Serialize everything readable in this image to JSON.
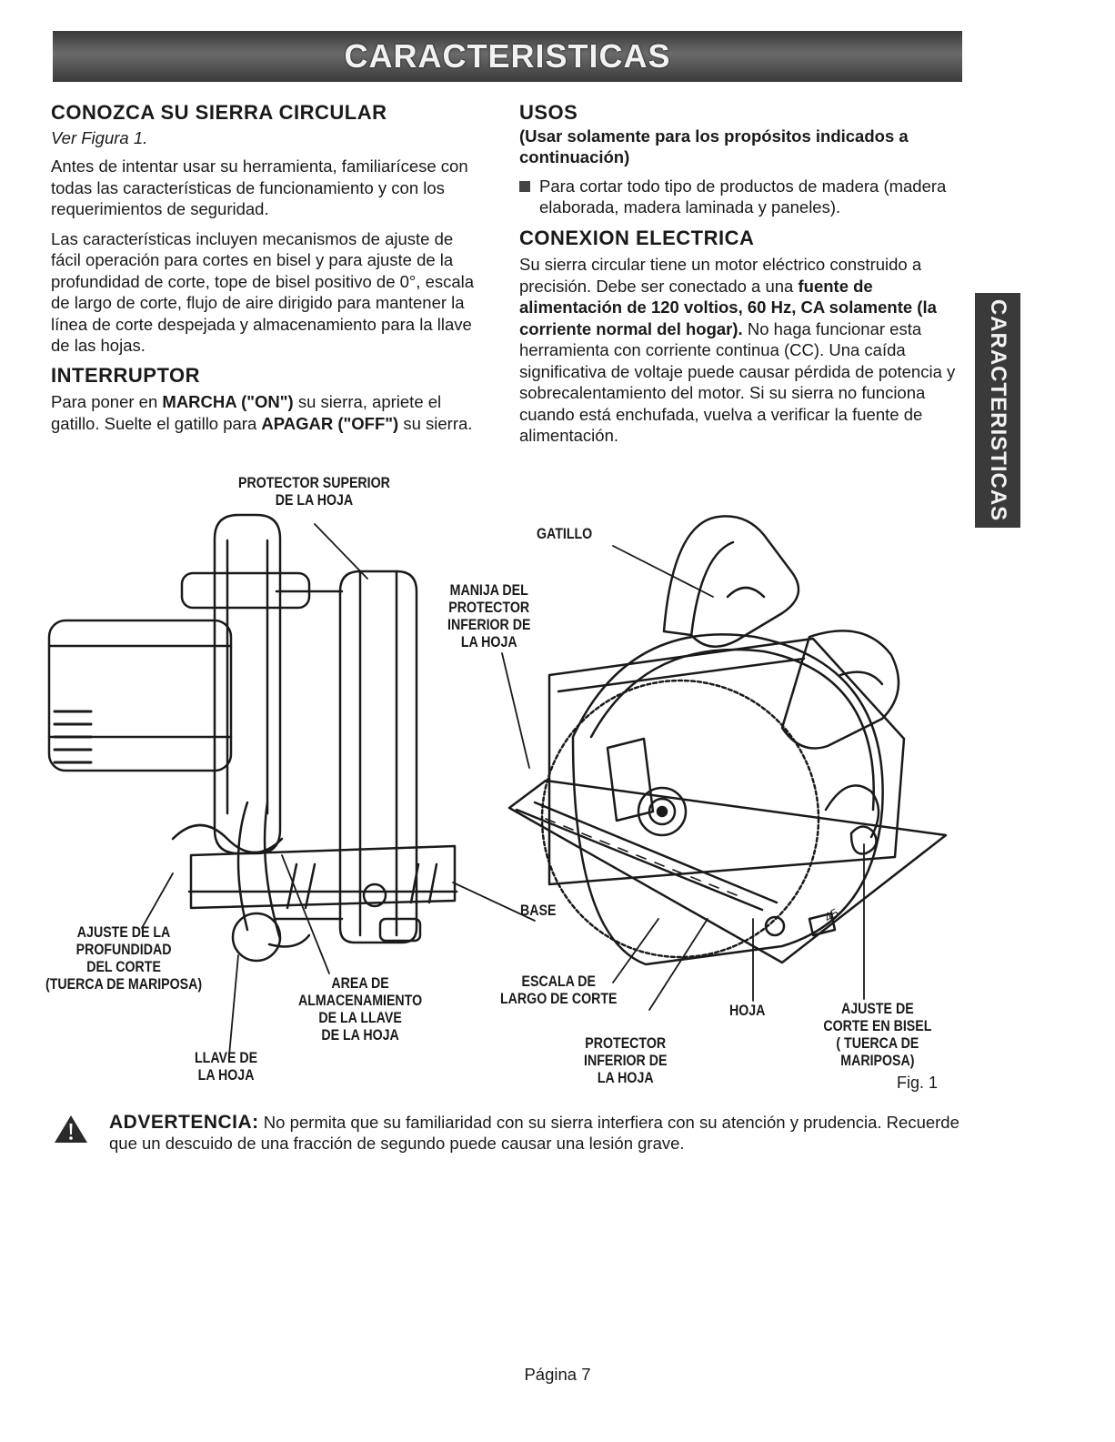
{
  "banner": {
    "title": "CARACTERISTICAS"
  },
  "side_tab": {
    "label": "CARACTERISTICAS"
  },
  "left_column": {
    "conozca": {
      "heading": "CONOZCA SU SIERRA CIRCULAR",
      "subheading": "Ver Figura 1.",
      "para1": "Antes de intentar usar su herramienta, familiarícese con todas las características de funcionamiento y con los requerimientos de seguridad.",
      "para2": "Las características incluyen mecanismos de ajuste de fácil operación para cortes en bisel y para ajuste de la profundidad de corte, tope de bisel positivo de 0°, escala de largo de corte, flujo de aire dirigido para mantener la línea de corte despejada y almacenamiento para la llave de las hojas."
    },
    "interruptor": {
      "heading": "INTERRUPTOR",
      "text_a": "Para poner en ",
      "bold_a": "MARCHA (\"ON\")",
      "text_b": " su sierra, apriete el gatillo. Suelte el gatillo para ",
      "bold_b": "APAGAR (\"OFF\")",
      "text_c": " su sierra."
    }
  },
  "right_column": {
    "usos": {
      "heading": "USOS",
      "bold_line": "(Usar solamente para los propósitos indicados a continuación)",
      "bullet": "Para cortar todo tipo de productos de madera (madera elaborada, madera laminada y paneles)."
    },
    "conexion": {
      "heading": "CONEXION ELECTRICA",
      "text_a": "Su sierra circular tiene un motor eléctrico construido a precisión. Debe ser conectado a una ",
      "bold_a": "fuente de alimentación de 120 voltios, 60 Hz, CA solamente (la corriente normal del hogar).",
      "text_b": " No haga funcionar esta herramienta con corriente continua (CC). Una caída significativa de voltaje puede causar pérdida de potencia y sobrecalentamiento del motor. Si su sierra no funciona cuando está enchufada, vuelva a verificar la fuente de alimentación."
    }
  },
  "figure": {
    "labels": {
      "protector_superior": "PROTECTOR SUPERIOR\nDE LA HOJA",
      "gatillo": "GATILLO",
      "manija": "MANIJA DEL\nPROTECTOR\nINFERIOR DE\nLA HOJA",
      "ajuste_profundidad": "AJUSTE DE LA\nPROFUNDIDAD\nDEL CORTE\n(TUERCA DE MARIPOSA)",
      "area": "AREA DE\nALMACENAMIENTO\nDE LA LLAVE\nDE LA HOJA",
      "llave": "LLAVE DE\nLA HOJA",
      "base": "BASE",
      "escala": "ESCALA DE\nLARGO DE CORTE",
      "protector_inferior": "PROTECTOR\nINFERIOR DE\nLA HOJA",
      "hoja": "HOJA",
      "ajuste_bisel": "AJUSTE DE\nCORTE EN BISEL\n( TUERCA DE MARIPOSA)",
      "scale_marks": "45"
    },
    "caption": "Fig. 1"
  },
  "warning": {
    "title": "ADVERTENCIA:",
    "text": " No permita que su familiaridad con su sierra interfiera con su atención y prudencia. Recuerde que un descuido de una fracción de segundo puede causar una lesión grave."
  },
  "footer": {
    "page": "Página 7"
  }
}
